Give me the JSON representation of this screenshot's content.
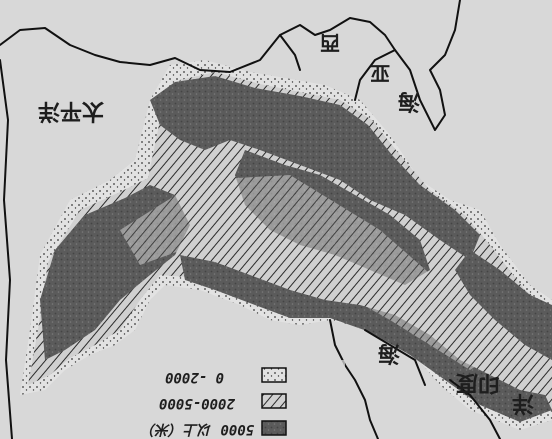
{
  "map": {
    "region_labels": [
      {
        "id": "top-left",
        "text": "太平洋"
      },
      {
        "id": "top-mid",
        "text": "西"
      },
      {
        "id": "top-mid2",
        "text": "亚"
      },
      {
        "id": "top-right",
        "text": "海"
      },
      {
        "id": "bottom-mid",
        "text": "海"
      },
      {
        "id": "bottom-right",
        "text": "印度"
      },
      {
        "id": "bottom-right2",
        "text": "洋"
      }
    ]
  },
  "legend": {
    "items": [
      {
        "label": "0 -2000",
        "pattern": "dots"
      },
      {
        "label": "2000-5000",
        "pattern": "hatch"
      },
      {
        "label": "5000 以上（米）",
        "pattern": "dark"
      }
    ]
  },
  "colors": {
    "background": "#d8d8d8",
    "dark_fill": "#5b5b5b",
    "hatch_line": "#2a2a2a",
    "dot": "#3a3a3a",
    "border": "#111111"
  }
}
